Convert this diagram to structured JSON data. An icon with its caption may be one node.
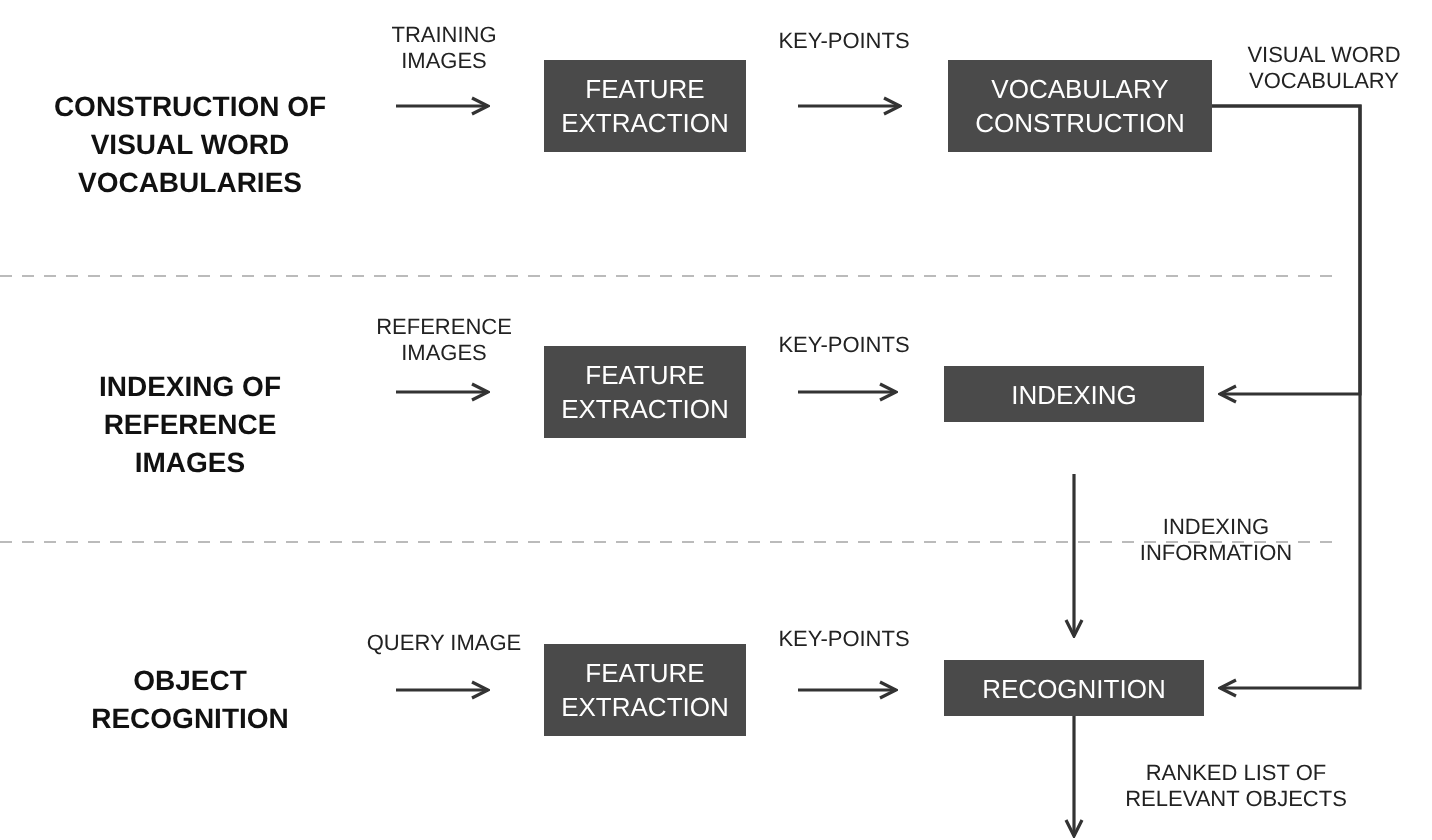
{
  "diagram": {
    "nodes": [
      {
        "text": [
          "FEATURE EXTRACTION"
        ]
      },
      {
        "text": [
          "VOCABULARY CONSTRUCTION"
        ]
      },
      {
        "text": [
          "FEATURE EXTRACTION"
        ]
      },
      {
        "text": [
          "INDEXING"
        ]
      },
      {
        "text": [
          "FEATURE EXTRACTION"
        ]
      },
      {
        "text": [
          "RECOGNITION"
        ]
      }
    ],
    "edges": [
      {
        "from": null,
        "to": 0,
        "arrow": "to",
        "label": "TRAINING IMAGES"
      },
      {
        "from": 0,
        "to": 1,
        "arrow": "to",
        "label": "KEY-POINTS"
      },
      {
        "from": 1,
        "to": 3,
        "arrow": "to",
        "label": "VISUAL WORD VOCABULARY"
      },
      {
        "from": 1,
        "to": 5,
        "arrow": "to"
      },
      {
        "from": null,
        "to": 2,
        "arrow": "to",
        "label": "REFERENCE IMAGES"
      },
      {
        "from": 2,
        "to": 3,
        "arrow": "to",
        "label": "KEY-POINTS"
      },
      {
        "from": 3,
        "to": 5,
        "arrow": "to",
        "label": "INDEXING INFORMATION"
      },
      {
        "from": null,
        "to": 4,
        "arrow": "to",
        "label": "QUERY IMAGE"
      },
      {
        "from": 4,
        "to": 5,
        "arrow": "to",
        "label": "KEY-POINTS"
      },
      {
        "from": 5,
        "to": null,
        "arrow": "to",
        "label": "RANKED LIST OF RELEVANT OBJECTS"
      }
    ],
    "labels": [
      "CONSTRUCTION OF VISUAL WORD VOCABULARIES",
      "INDEXING OF REFERENCE IMAGES",
      "OBJECT RECOGNITION"
    ]
  }
}
